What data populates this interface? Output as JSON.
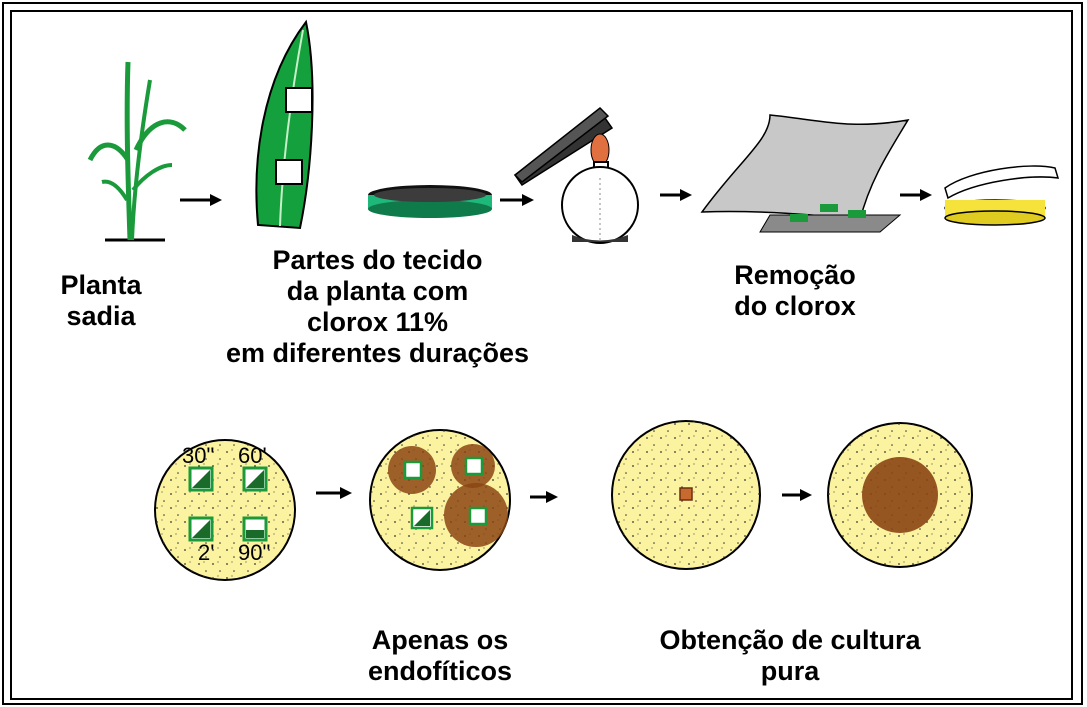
{
  "labels": {
    "planta_sadia": [
      "Planta",
      "sadia"
    ],
    "partes_tecido": [
      "Partes do tecido",
      "da planta com",
      "clorox 11%",
      "em diferentes durações"
    ],
    "remocao": [
      "Remoção",
      "do clorox"
    ],
    "apenas": [
      "Apenas os",
      "endofíticos"
    ],
    "obtencao": [
      "Obtenção de cultura",
      "pura"
    ]
  },
  "time_marks": [
    "30\"",
    "60'",
    "2'",
    "90\""
  ],
  "colors": {
    "plant_green": "#1a9a3a",
    "leaf_green": "#14a03c",
    "agar_yellow": "#fcf3a0",
    "fungus_brown": "#8b4513",
    "flame_orange": "#e07040",
    "paper_gray": "#c8c8c8"
  }
}
